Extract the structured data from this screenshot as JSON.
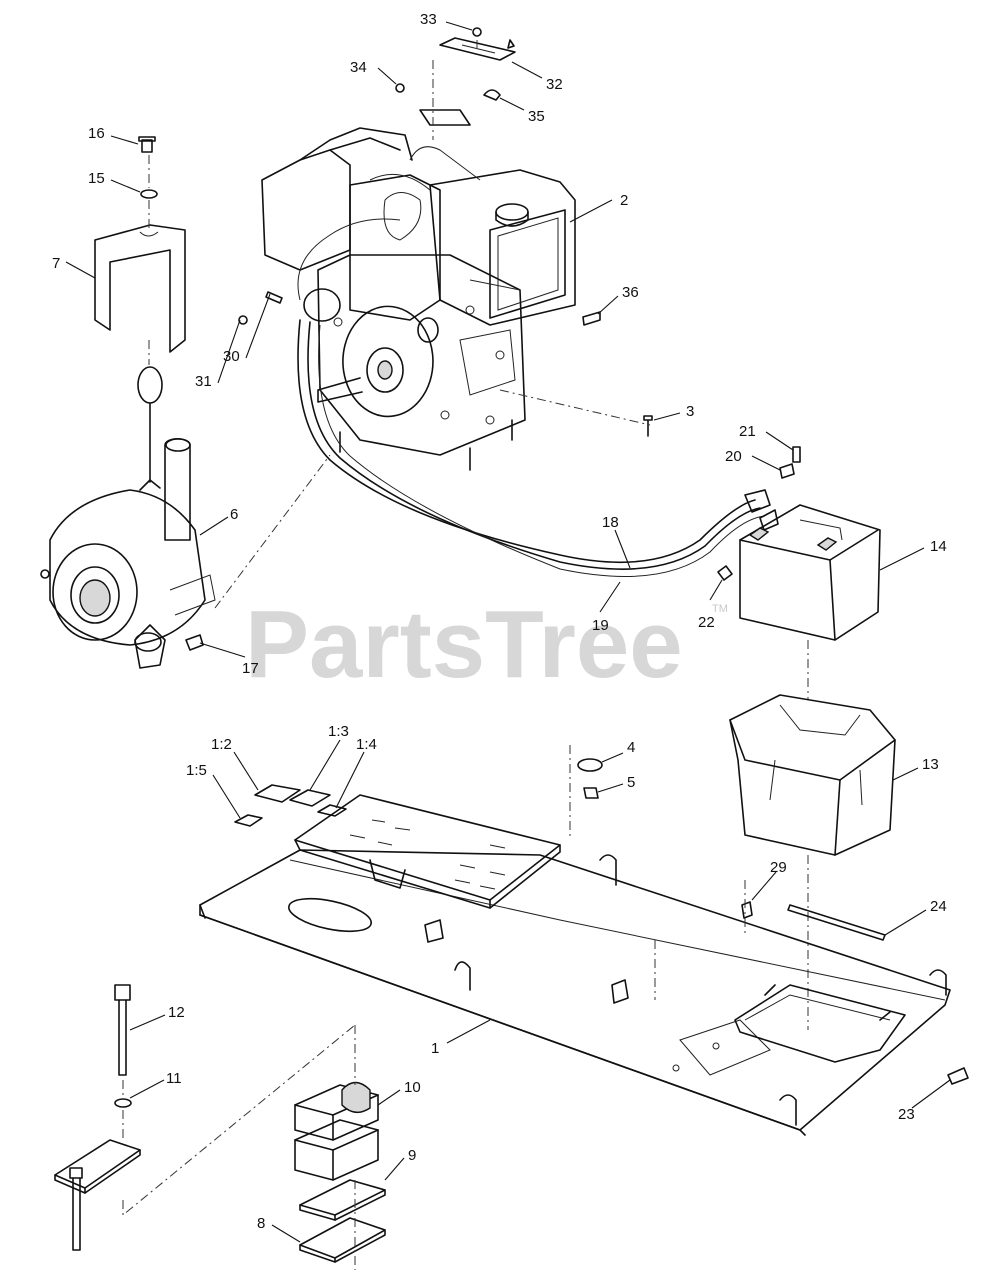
{
  "watermark": {
    "text": "PartsTree",
    "trademark": "TM"
  },
  "callouts": {
    "c33": "33",
    "c34": "34",
    "c32": "32",
    "c35": "35",
    "c16": "16",
    "c15": "15",
    "c7": "7",
    "c2": "2",
    "c30": "30",
    "c31": "31",
    "c36": "36",
    "c3": "3",
    "c21": "21",
    "c20": "20",
    "c6": "6",
    "c18": "18",
    "c14": "14",
    "c19": "19",
    "c22": "22",
    "c17": "17",
    "c1_2": "1:2",
    "c1_3": "1:3",
    "c1_4": "1:4",
    "c1_5": "1:5",
    "c4": "4",
    "c5": "5",
    "c13": "13",
    "c29": "29",
    "c24": "24",
    "c12": "12",
    "c1": "1",
    "c11": "11",
    "c10": "10",
    "c9": "9",
    "c23": "23",
    "c8": "8"
  }
}
